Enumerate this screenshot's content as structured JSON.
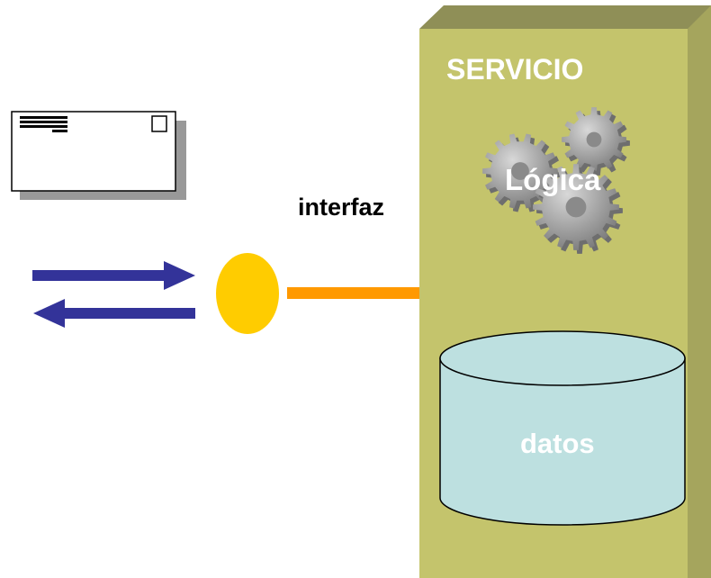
{
  "service": {
    "title": "SERVICIO"
  },
  "logic": {
    "label": "Lógica"
  },
  "interface": {
    "label": "interfaz"
  },
  "data_store": {
    "label": "datos"
  },
  "colors": {
    "service_front": "#c4c46c",
    "service_top": "#8f8f57",
    "service_side": "#a5a55d",
    "interface_dot": "#ffcc00",
    "connector": "#ff9900",
    "arrows": "#333399",
    "cylinder": "#bde0e0",
    "gear": "#9a9a9a"
  },
  "icons": {
    "message": "envelope-icon",
    "logic": "gears-icon",
    "data": "database-cylinder-icon"
  }
}
